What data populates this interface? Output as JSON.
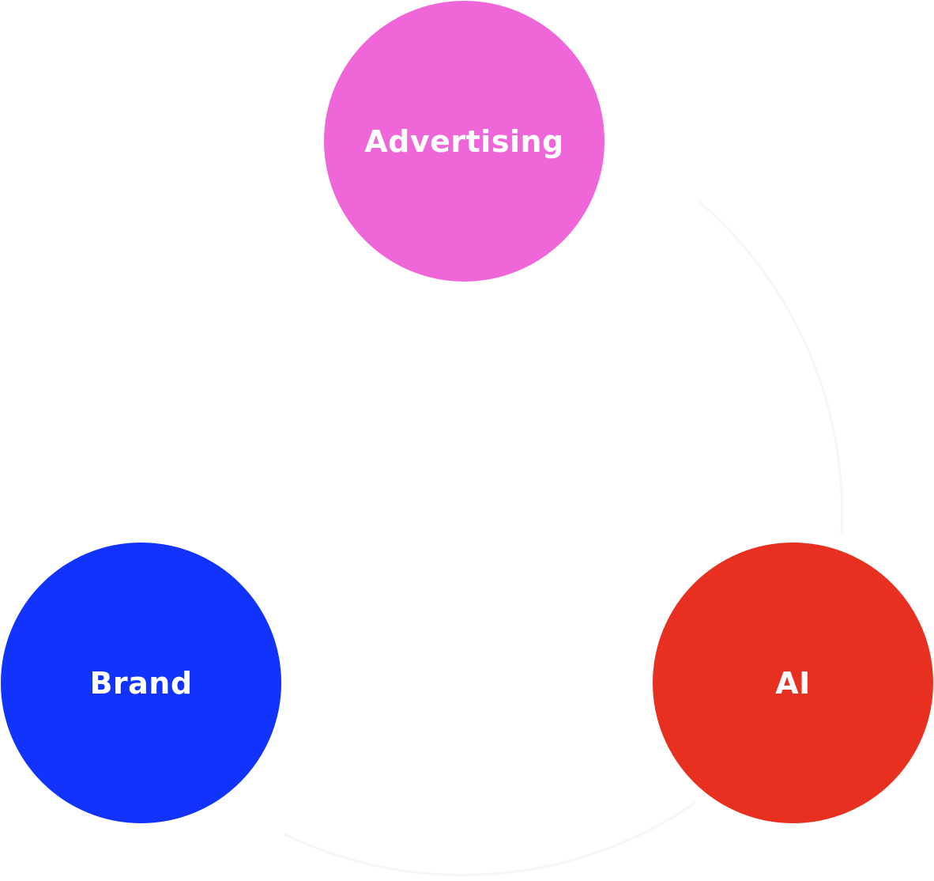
{
  "diagram": {
    "type": "cycle",
    "nodes": [
      {
        "id": "advertising",
        "label": "Advertising",
        "color": "#ee66d8"
      },
      {
        "id": "brand",
        "label": "Brand",
        "color": "#1233fc"
      },
      {
        "id": "ai",
        "label": "AI",
        "color": "#e7301f"
      }
    ],
    "connector_color": "#f6f6f6"
  }
}
